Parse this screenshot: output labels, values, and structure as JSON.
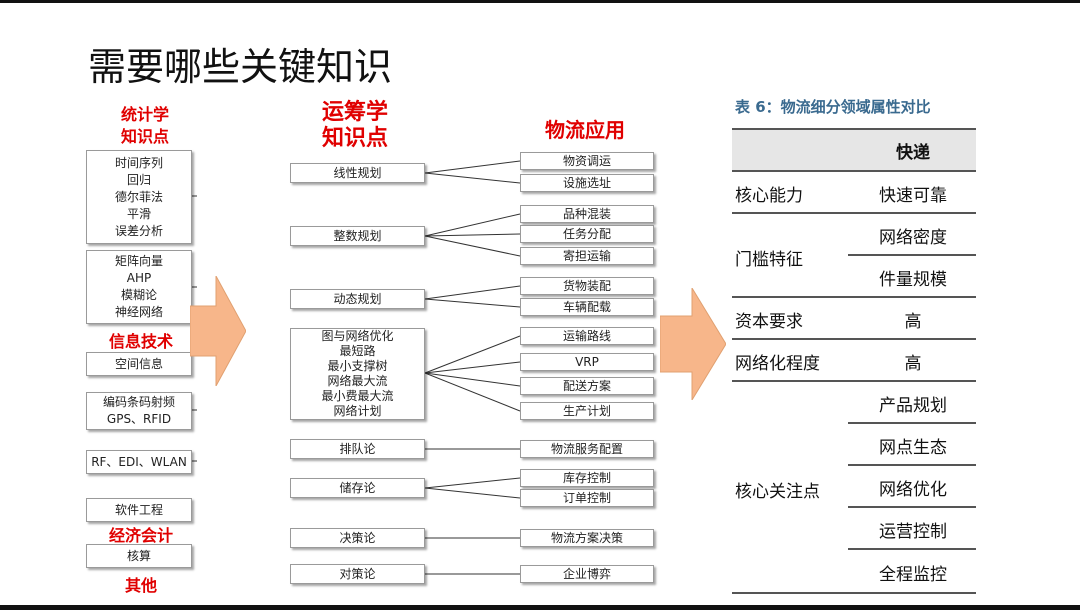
{
  "slide": {
    "title": "需要哪些关键知识"
  },
  "stats": {
    "heading_line1": "统计学",
    "heading_line2": "知识点",
    "group1": [
      "时间序列",
      "回归",
      "德尔菲法",
      "平滑",
      "误差分析"
    ],
    "group2": [
      "矩阵向量",
      "AHP",
      "模糊论",
      "神经网络"
    ]
  },
  "it": {
    "heading": "信息技术",
    "items": [
      "空间信息"
    ],
    "group": [
      "编码条码射频",
      "GPS、RFID"
    ],
    "items2": [
      "RF、EDI、WLAN"
    ]
  },
  "software": {
    "label": "软件工程"
  },
  "accounting": {
    "heading": "经济会计",
    "label": "核算"
  },
  "other": {
    "heading": "其他"
  },
  "or": {
    "heading_line1": "运筹学",
    "heading_line2": "知识点",
    "single": [
      "线性规划",
      "整数规划",
      "动态规划"
    ],
    "network": [
      "图与网络优化",
      "最短路",
      "最小支撑树",
      "网络最大流",
      "最小费最大流",
      "网络计划"
    ],
    "single2": [
      "排队论",
      "储存论",
      "决策论",
      "对策论"
    ]
  },
  "apps": {
    "heading": "物流应用",
    "items": [
      "物资调运",
      "设施选址",
      "品种混装",
      "任务分配",
      "寄担运输",
      "货物装配",
      "车辆配载",
      "运输路线",
      "VRP",
      "配送方案",
      "生产计划",
      "物流服务配置",
      "库存控制",
      "订单控制",
      "物流方案决策",
      "企业博弈"
    ]
  },
  "table": {
    "caption": "表 6：物流细分领域属性对比",
    "header": "快递",
    "rows": [
      {
        "label": "核心能力",
        "values": [
          "快速可靠"
        ]
      },
      {
        "label": "门槛特征",
        "values": [
          "网络密度",
          "件量规模"
        ]
      },
      {
        "label": "资本要求",
        "values": [
          "高"
        ]
      },
      {
        "label": "网络化程度",
        "values": [
          "高"
        ]
      },
      {
        "label": "核心关注点",
        "values": [
          "产品规划",
          "网点生态",
          "网络优化",
          "运营控制",
          "全程监控"
        ]
      }
    ]
  },
  "colors": {
    "heading_red": "#e00000",
    "arrow_fill": "#f7b68a",
    "caption_blue": "#3a6a8f"
  }
}
